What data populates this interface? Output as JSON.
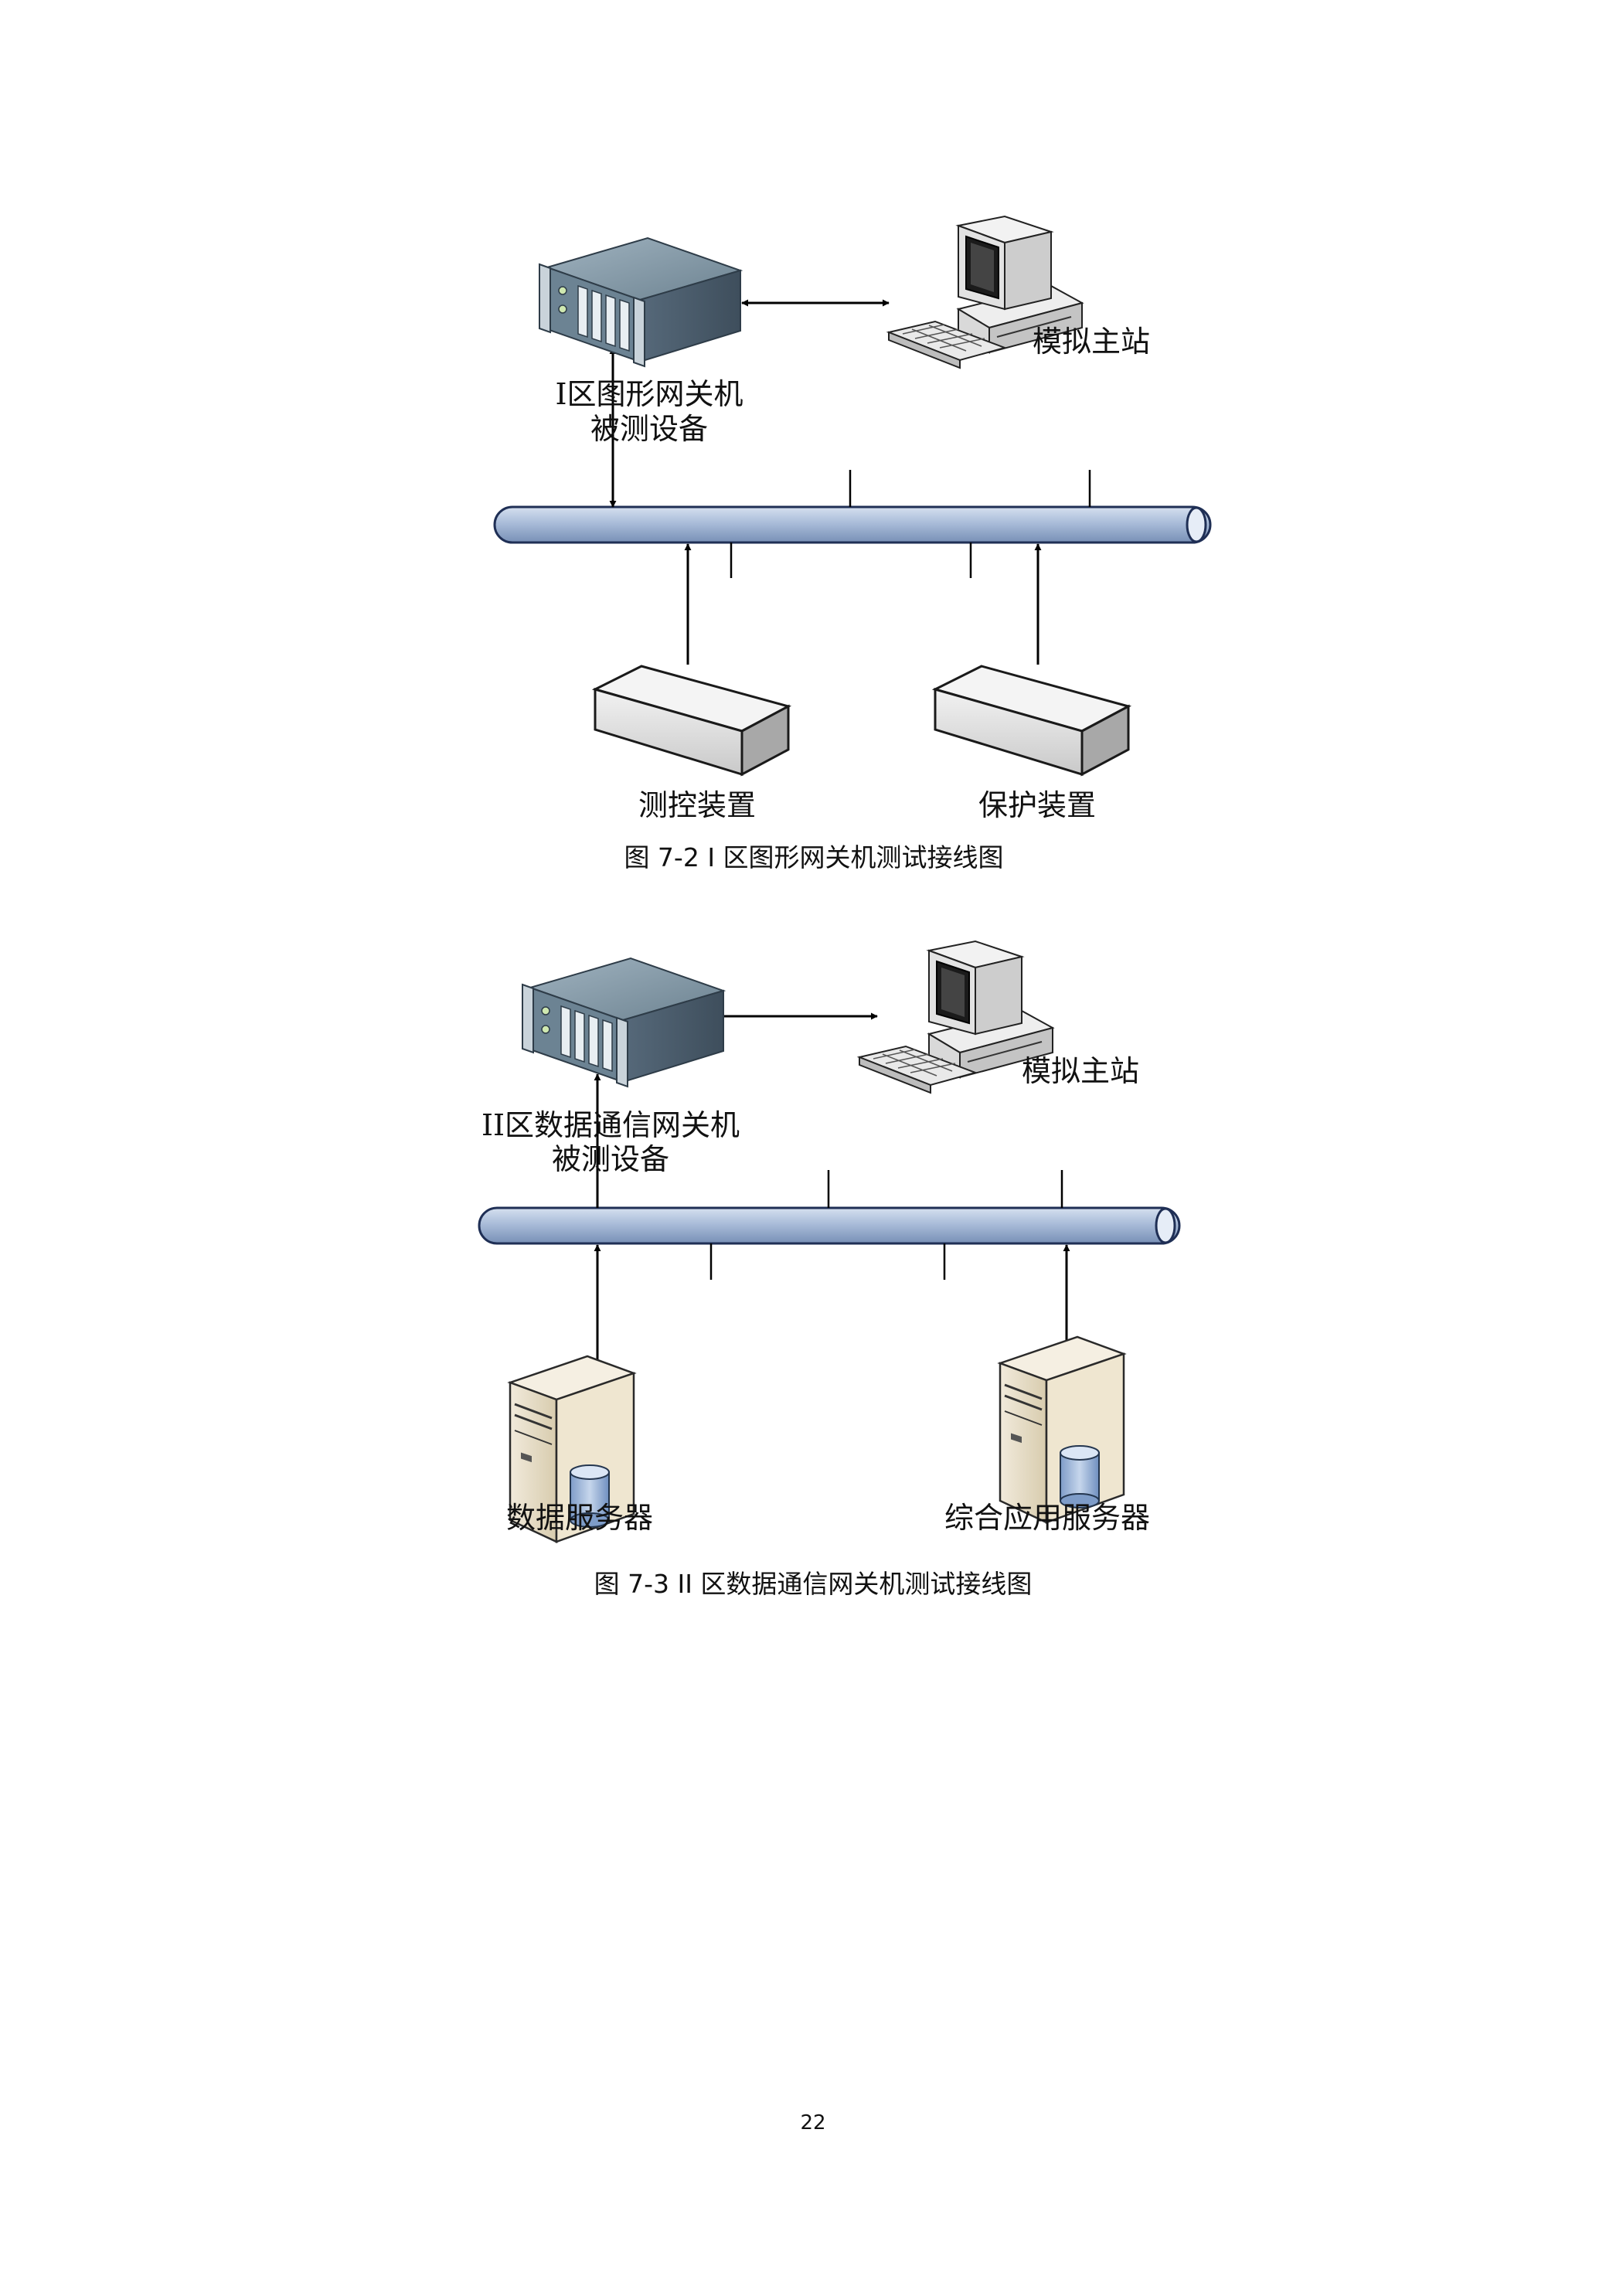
{
  "figure1": {
    "gateway_label_line1": "I区图形网关机",
    "gateway_label_line2": "被测设备",
    "master_label": "模拟主站",
    "device_left_label": "测控装置",
    "device_right_label": "保护装置",
    "caption": "图 7-2 I 区图形网关机测试接线图",
    "icons": {
      "gateway": "rack-server-icon",
      "master": "desktop-computer-icon",
      "device_left": "device-box-icon",
      "device_right": "device-box-icon"
    }
  },
  "figure2": {
    "gateway_label_line1": "II区数据通信网关机",
    "gateway_label_line2": "被测设备",
    "master_label": "模拟主站",
    "server_left_label": "数据服务器",
    "server_right_label": "综合应用服务器",
    "caption": "图 7-3 II 区数据通信网关机测试接线图",
    "icons": {
      "gateway": "rack-server-icon",
      "master": "desktop-computer-icon",
      "server_left": "database-server-icon",
      "server_right": "database-server-icon"
    }
  },
  "page_number": "22",
  "colors": {
    "bus_fill": "#a9bcd9",
    "bus_stroke": "#1f2f55",
    "server_body": "#5f7584",
    "device_fill": "#e4e4e4",
    "tower_fill": "#e6dcc4"
  }
}
